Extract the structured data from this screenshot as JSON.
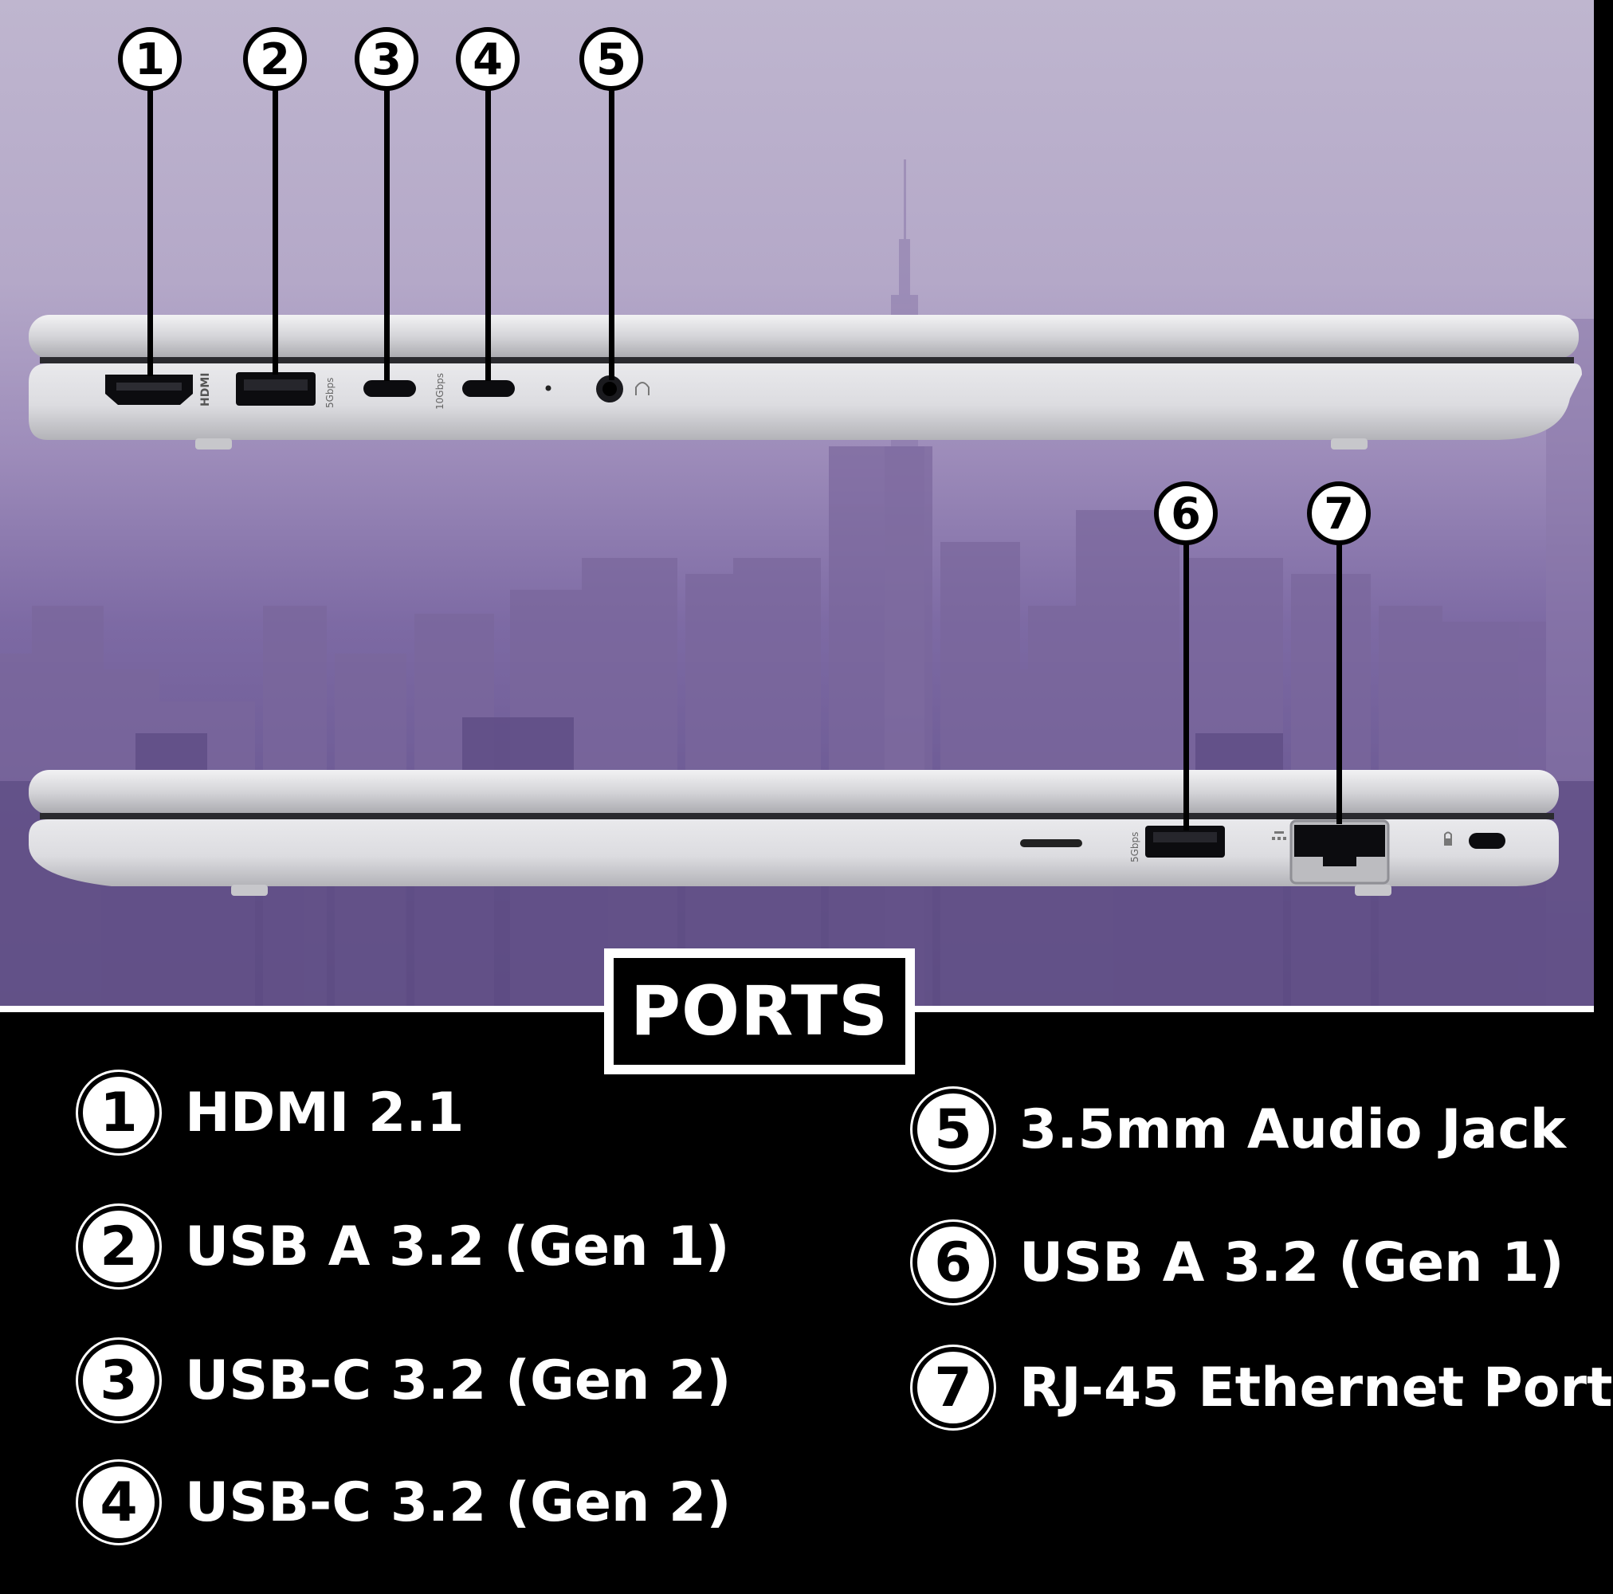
{
  "title": "PORTS",
  "callouts": [
    "1",
    "2",
    "3",
    "4",
    "5",
    "6",
    "7"
  ],
  "ports": [
    {
      "num": "1",
      "label": "HDMI 2.1"
    },
    {
      "num": "2",
      "label": "USB A 3.2 (Gen 1)"
    },
    {
      "num": "3",
      "label": "USB-C 3.2 (Gen 2)"
    },
    {
      "num": "4",
      "label": "USB-C 3.2 (Gen 2)"
    },
    {
      "num": "5",
      "label": "3.5mm Audio Jack"
    },
    {
      "num": "6",
      "label": "USB A 3.2 (Gen 1)"
    },
    {
      "num": "7",
      "label": "RJ-45 Ethernet Port"
    }
  ],
  "engraved": {
    "hdmi": "HDMI",
    "speed_5": "5Gbps",
    "speed_10": "10Gbps"
  },
  "colors": {
    "background_top": "#bfb6cf",
    "background_bottom": "#5a4a80",
    "laptop_silver": "#d9d9dc",
    "legend_bg": "#000000",
    "legend_text": "#ffffff"
  }
}
